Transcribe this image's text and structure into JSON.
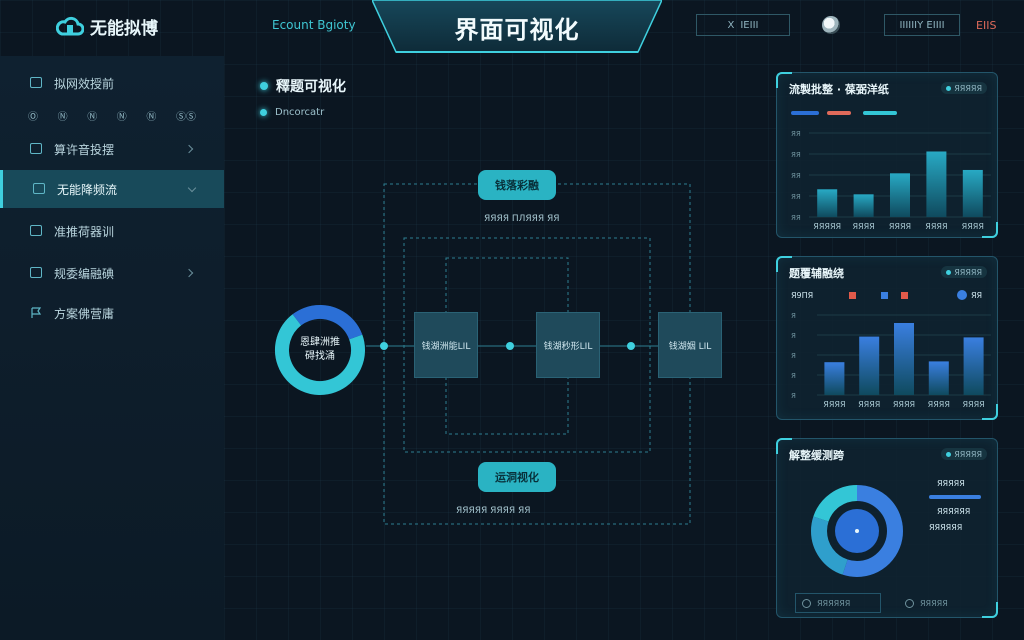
{
  "header": {
    "logo_text": "无能拟博",
    "tagline": "Ecount Bgioty",
    "title": "界面可视化",
    "box1_label": "X",
    "box1_text": "IEIII",
    "box2_text": "IIIIIIY EIIII",
    "box3_text": "EIIS"
  },
  "sidebar": {
    "items": [
      {
        "label": "拟网效授前",
        "active": false
      },
      {
        "label": "算许音投摆",
        "active": false
      },
      {
        "label": "无能降频流",
        "active": true
      },
      {
        "label": "准推荷器训",
        "active": false
      },
      {
        "label": "规委编融碘",
        "active": false
      },
      {
        "label": "方案佛营庸",
        "active": false
      }
    ],
    "sub_row": [
      "Ⓞ",
      "Ⓝ",
      "Ⓝ",
      "Ⓝ",
      "Ⓝ",
      "ⓈⓈ"
    ]
  },
  "section": {
    "title": "釋题可视化",
    "subtitle": "Dncorcatr"
  },
  "flow": {
    "top_pill": "钱落彩融",
    "top_caption": "ЯЯЯЯ ПЛЯЯЯ ЯЯ",
    "bottom_pill": "运洞视化",
    "bottom_caption": "ЯЯЯЯЯ ЯЯЯЯ ЯЯ",
    "donut_label_line1": "恩肆洲推",
    "donut_label_line2": "碍找涌",
    "donut_value": 0.7,
    "nodes": [
      "钱湖洲能LIL",
      "钱湖秒形LIL",
      "钱湖姻 LIL"
    ]
  },
  "panels": {
    "bar1": {
      "title": "流製批整 · 葆弼洋纸",
      "tag": "ЯЯЯЯЯ",
      "legend_colors": [
        "#2b6fd6",
        "#e06a5a",
        "#33c6d6"
      ]
    },
    "bar2": {
      "title": "题覆辅融绕",
      "tag": "ЯЯЯЯЯ",
      "legend_text": "Я9ΠЯ",
      "legend_right": "ЯЯ"
    },
    "donut": {
      "title": "解整缓测跨",
      "tag": "ЯЯЯЯЯ",
      "legend": [
        "ЯЯЯЯЯ",
        "ЯЯЯЯЯЯ",
        "ЯЯЯЯЯЯ"
      ],
      "footer": [
        "ЯЯЯЯЯЯ",
        "ЯЯЯЯЯ"
      ]
    }
  },
  "chart_data": [
    {
      "type": "bar",
      "title": "流製批整 · 葆弼洋纸",
      "categories": [
        "ЯЯЯЯЯ",
        "ЯЯЯЯ",
        "ЯЯЯЯ",
        "ЯЯЯЯ",
        "ЯЯЯЯ"
      ],
      "values": [
        33,
        27,
        52,
        78,
        56
      ],
      "ylim": [
        0,
        100
      ],
      "y_ticks": [
        "ЯЯ",
        "ЯЯ",
        "ЯЯ",
        "ЯЯ",
        "ЯЯ"
      ],
      "colors": [
        "#28a9c4",
        "#28a9c4",
        "#28a9c4",
        "#28a9c4",
        "#28a9c4"
      ]
    },
    {
      "type": "bar",
      "title": "题覆辅融绕",
      "categories": [
        "ЯЯЯЯ",
        "ЯЯЯЯ",
        "ЯЯЯЯ",
        "ЯЯЯЯ",
        "ЯЯЯЯ"
      ],
      "values": [
        41,
        73,
        90,
        42,
        72
      ],
      "ylim": [
        0,
        100
      ],
      "y_ticks": [
        "Я",
        "Я",
        "Я",
        "Я",
        "Я"
      ],
      "colors": [
        "#3a7fe0",
        "#3a7fe0",
        "#3a7fe0",
        "#3a7fe0",
        "#3a7fe0"
      ]
    },
    {
      "type": "pie",
      "title": "解整缓测跨",
      "series": [
        {
          "values": [
            55,
            25,
            20
          ]
        }
      ],
      "colors": [
        "#3a7fe0",
        "#2f9fcc",
        "#33c6d6"
      ]
    }
  ]
}
